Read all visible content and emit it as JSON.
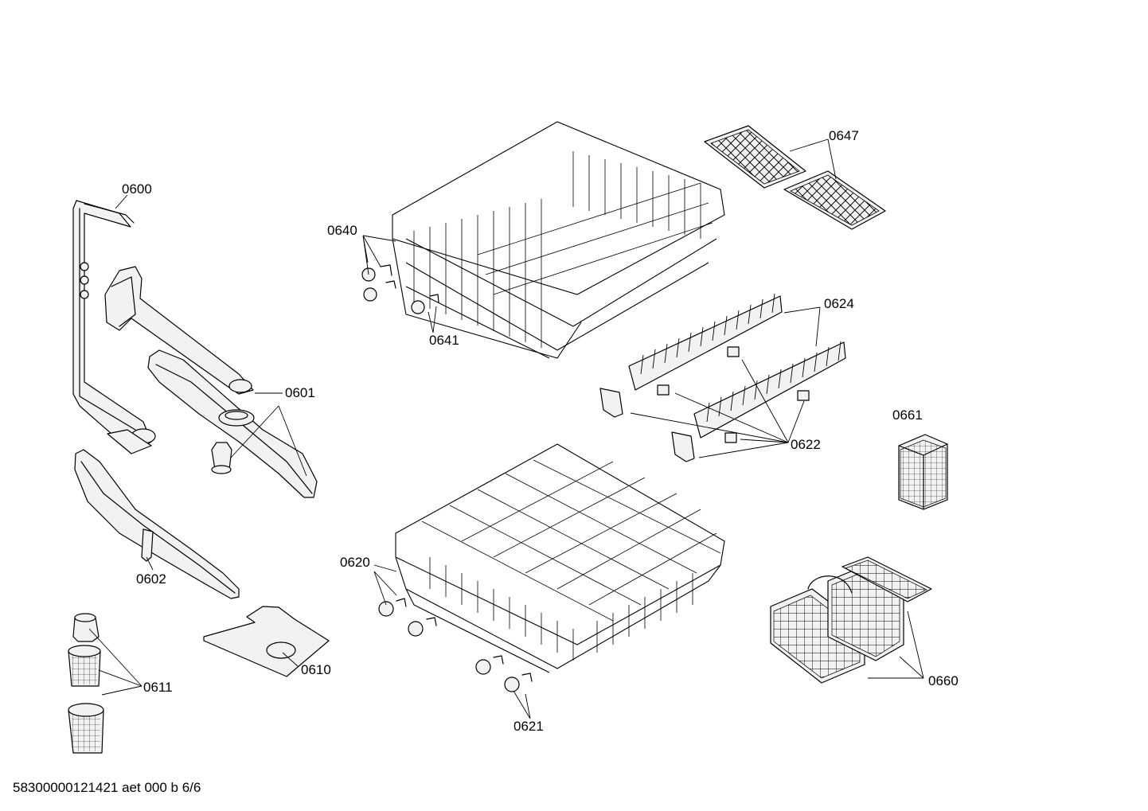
{
  "labels": {
    "p0600": "0600",
    "p0601": "0601",
    "p0602": "0602",
    "p0610": "0610",
    "p0611": "0611",
    "p0620": "0620",
    "p0621": "0621",
    "p0622": "0622",
    "p0624": "0624",
    "p0640": "0640",
    "p0641": "0641",
    "p0647": "0647",
    "p0660": "0660",
    "p0661": "0661"
  },
  "footer": "58300000121421 aet 000 b 6/6"
}
